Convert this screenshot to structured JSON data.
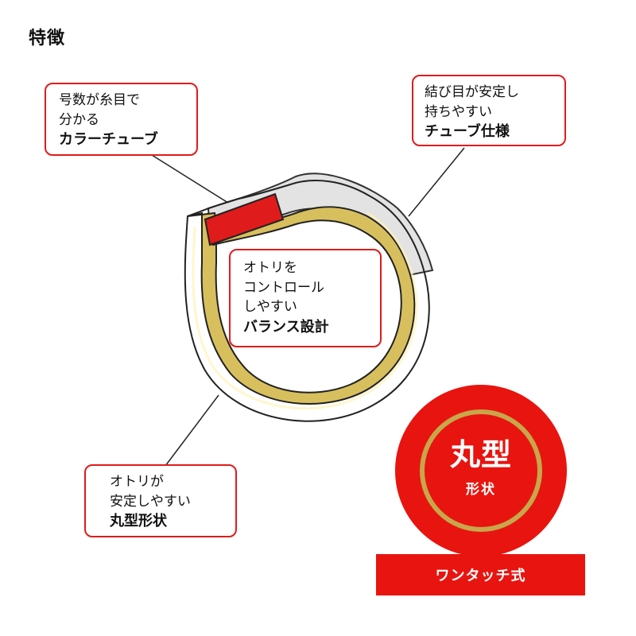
{
  "title": "特徴",
  "callouts": {
    "color_tube": {
      "line1": "号数が糸目で",
      "line2": "分かる",
      "line3": "カラーチューブ"
    },
    "tube_spec": {
      "line1": "結び目が安定し",
      "line2": "持ちやすい",
      "line3": "チューブ仕様"
    },
    "balance": {
      "line1": "オトリを",
      "line2": "コントロール",
      "line3": "しやすい",
      "line4": "バランス設計"
    },
    "round": {
      "line1": "オトリが",
      "line2": "安定しやすい",
      "line3": "丸型形状"
    }
  },
  "badge": {
    "main": "丸型",
    "sub": "形状"
  },
  "onetouch_label": "ワンタッチ式",
  "colors": {
    "accent_red": "#e8140f",
    "gold": "#c8a64a",
    "tube_red": "#e01b1b"
  }
}
